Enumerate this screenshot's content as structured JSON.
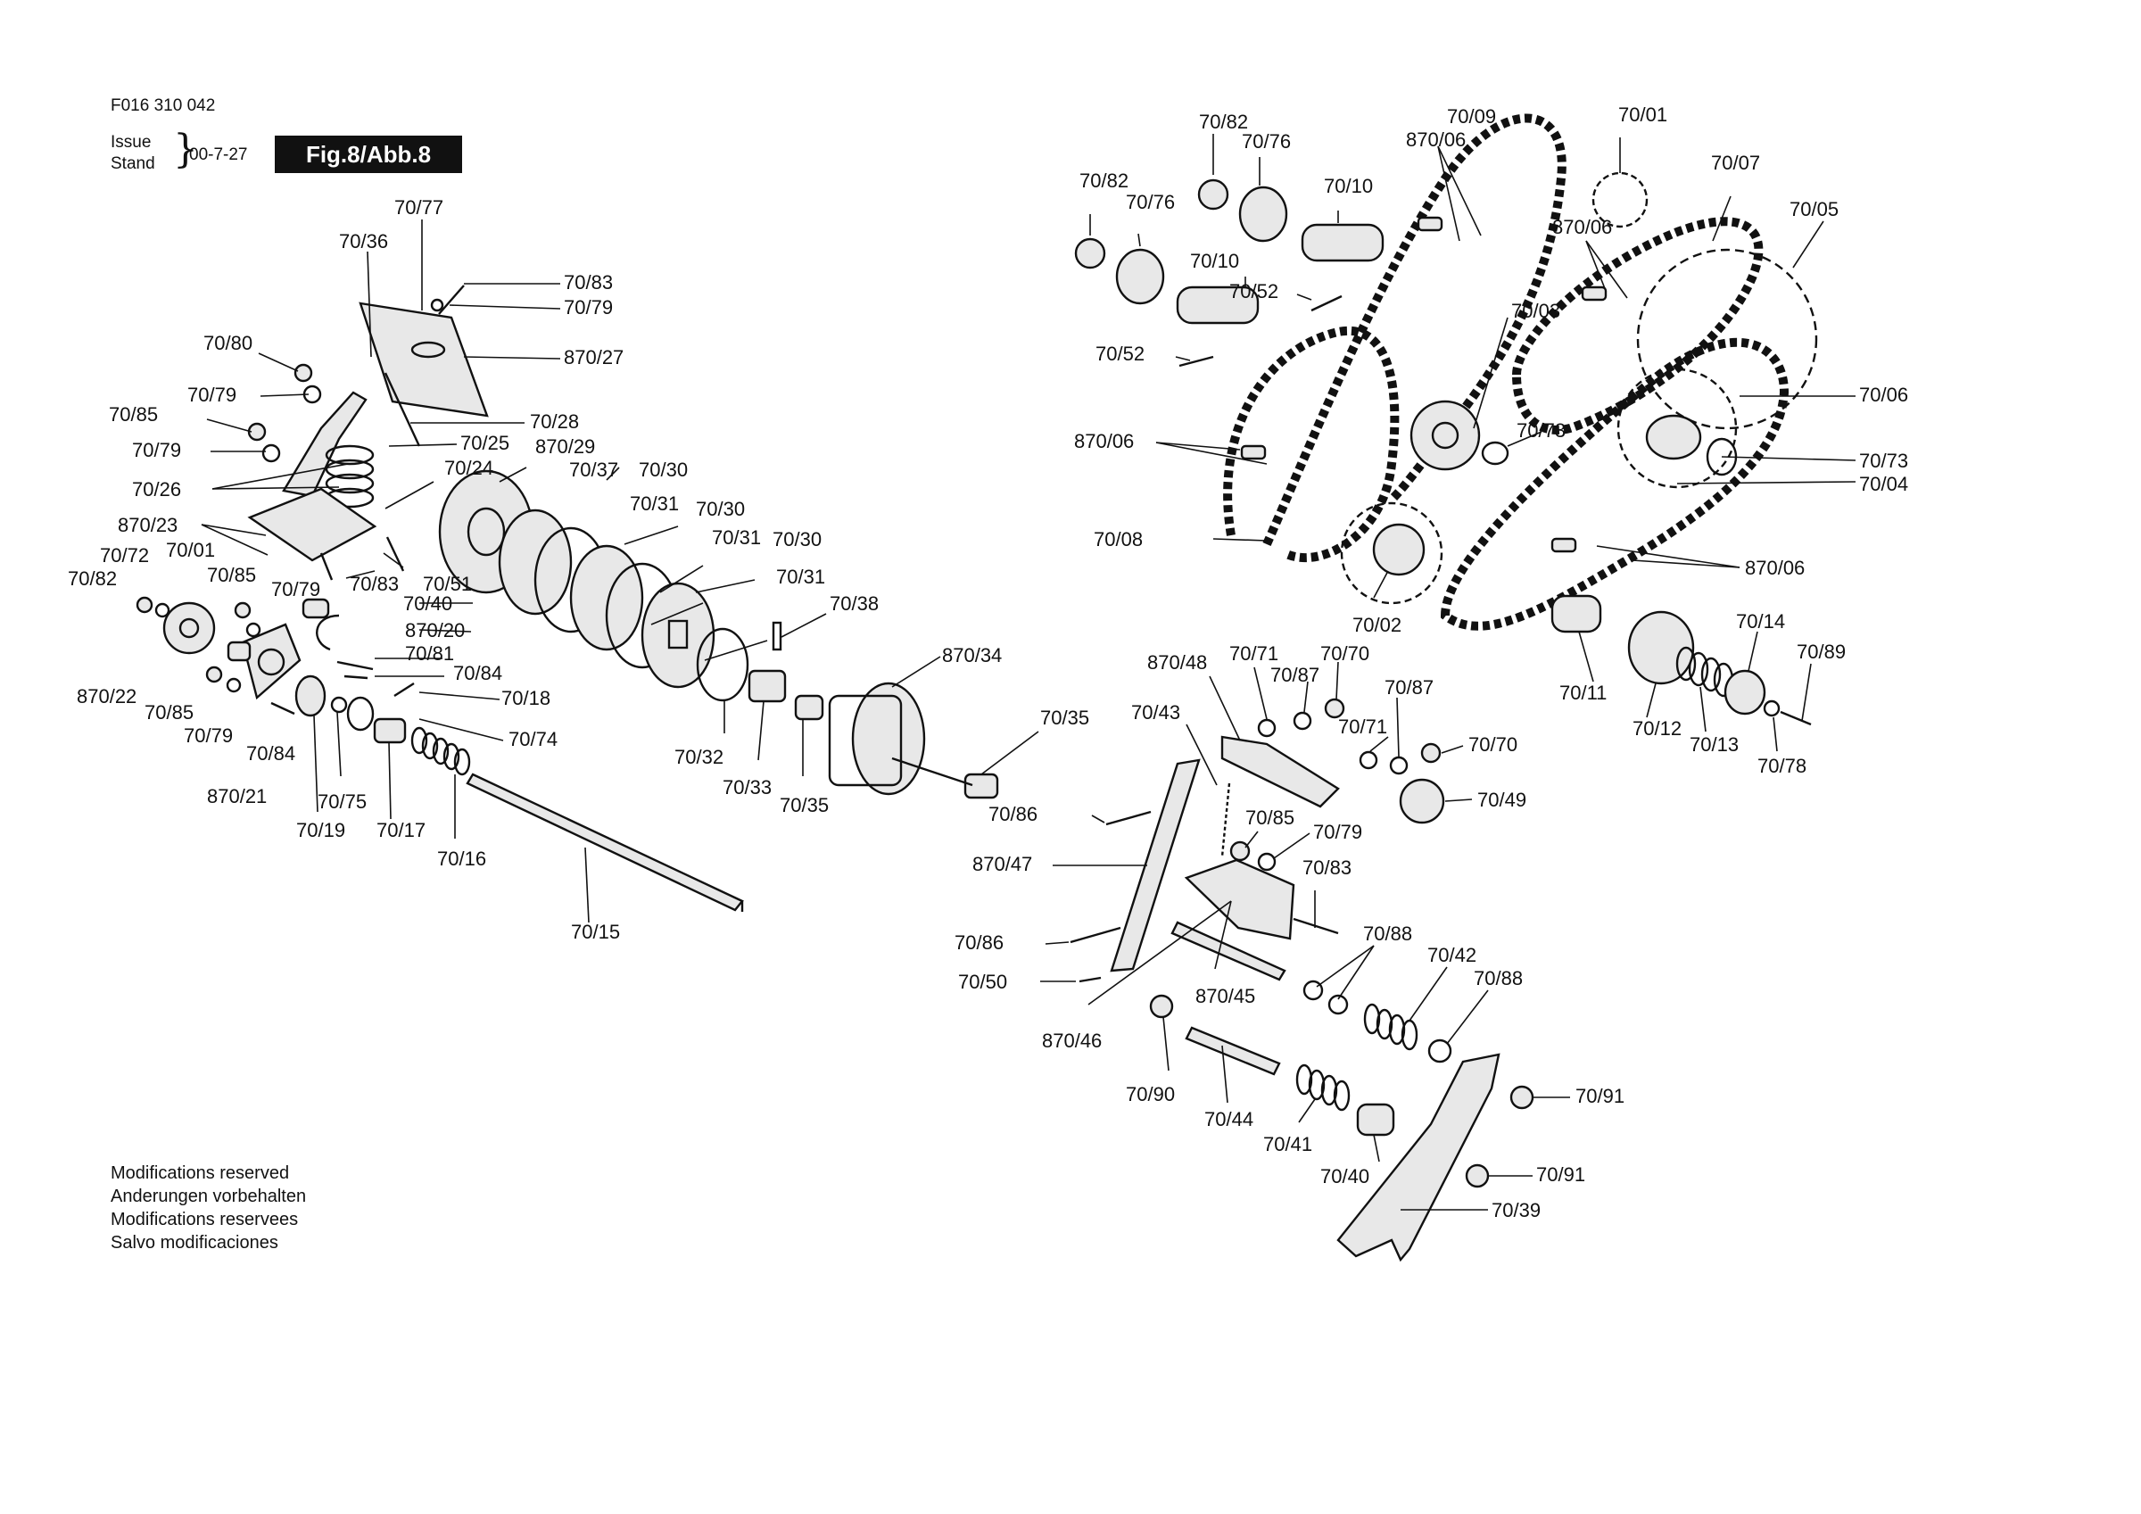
{
  "header": {
    "doc_code": "F016 310 042",
    "issue_line1": "Issue",
    "issue_line2": "Stand",
    "brace": "}",
    "issue_date": "00-7-27",
    "fig_label": "Fig.8/Abb.8"
  },
  "notes": [
    "Modifications reserved",
    "Anderungen vorbehalten",
    "Modifications reservees",
    "Salvo modificaciones"
  ],
  "labels": [
    "70/77",
    "70/36",
    "70/83",
    "70/79",
    "870/27",
    "70/80",
    "70/79",
    "70/85",
    "70/28",
    "70/79",
    "70/25",
    "870/29",
    "70/26",
    "70/24",
    "70/37",
    "70/30",
    "870/23",
    "70/31",
    "70/30",
    "70/72",
    "70/01",
    "70/82",
    "70/85",
    "70/79",
    "70/83",
    "70/51",
    "70/31",
    "70/30",
    "70/31",
    "70/40",
    "870/20",
    "70/38",
    "70/81",
    "70/84",
    "870/22",
    "70/18",
    "70/85",
    "70/79",
    "70/84",
    "70/74",
    "870/21",
    "70/75",
    "70/19",
    "70/17",
    "70/16",
    "70/15",
    "70/32",
    "70/33",
    "70/35",
    "870/34",
    "70/35",
    "70/82",
    "70/76",
    "70/09",
    "870/06",
    "70/01",
    "70/82",
    "70/76",
    "70/10",
    "70/07",
    "870/06",
    "70/05",
    "70/10",
    "70/52",
    "70/03",
    "70/52",
    "70/73",
    "70/06",
    "870/06",
    "70/73",
    "70/04",
    "70/08",
    "870/06",
    "70/02",
    "870/48",
    "70/71",
    "70/70",
    "70/87",
    "70/87",
    "70/14",
    "70/89",
    "70/11",
    "70/12",
    "70/13",
    "70/78",
    "70/43",
    "70/71",
    "70/70",
    "70/49",
    "70/86",
    "70/85",
    "70/79",
    "870/47",
    "70/83",
    "70/86",
    "70/88",
    "70/42",
    "70/88",
    "70/50",
    "870/45",
    "870/46",
    "70/90",
    "70/44",
    "70/41",
    "70/91",
    "70/40",
    "70/91",
    "70/39"
  ]
}
